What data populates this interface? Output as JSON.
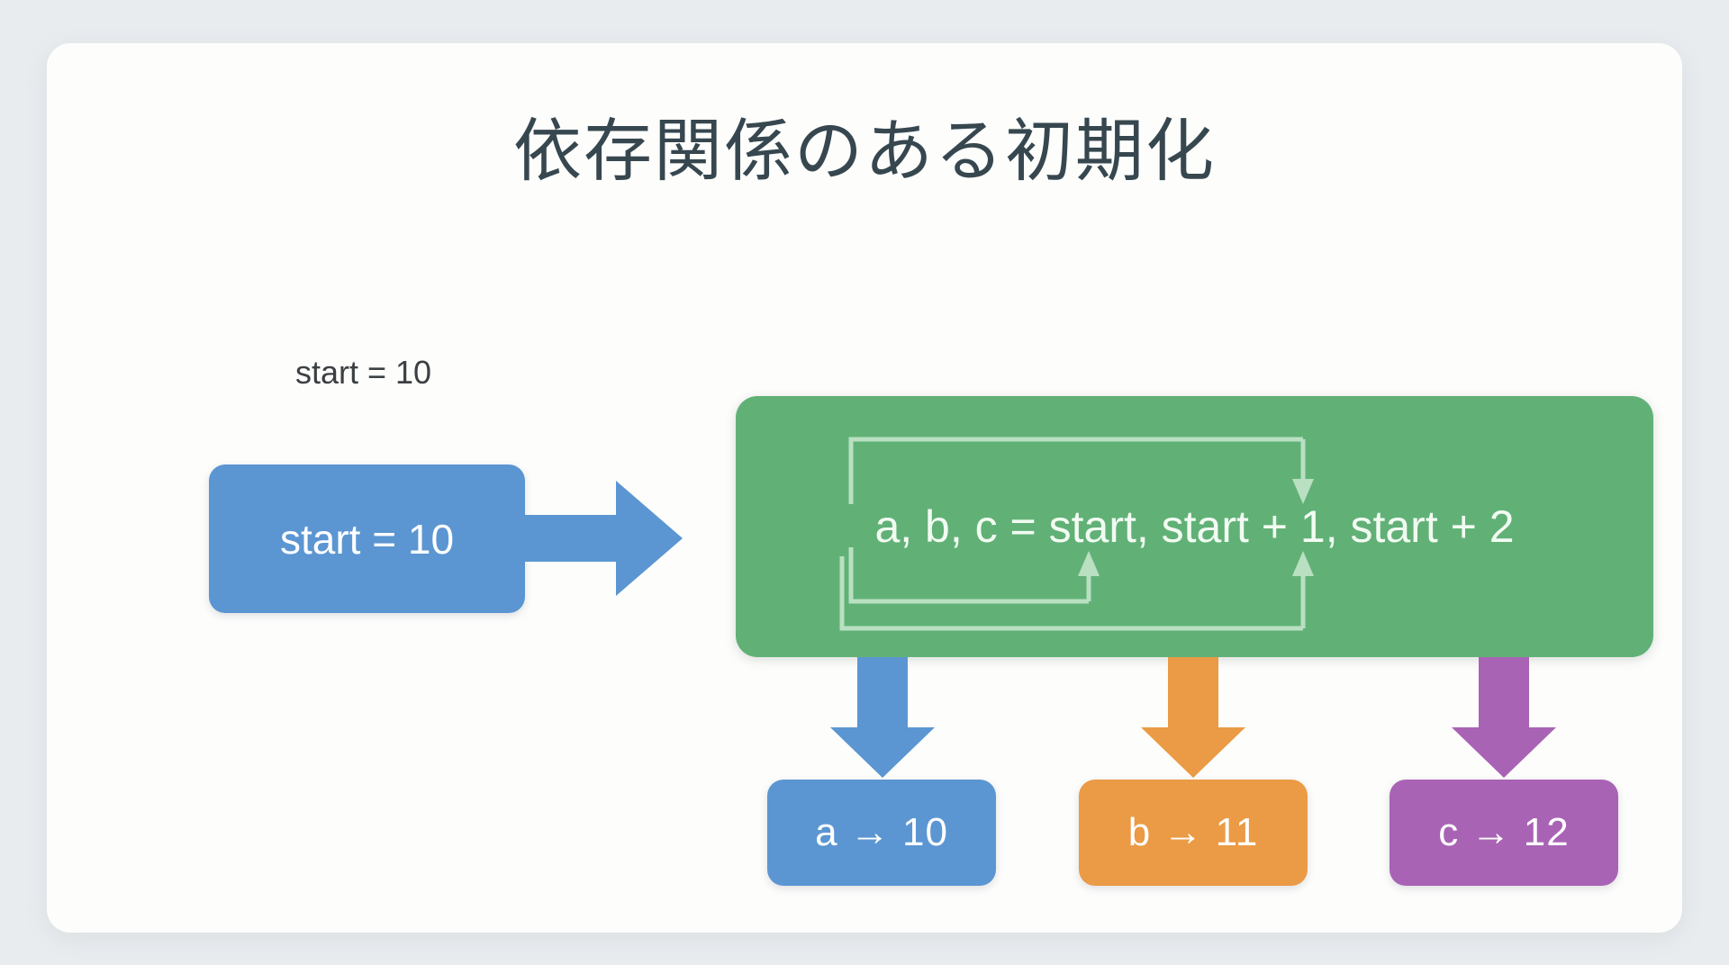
{
  "title": "依存関係のある初期化",
  "input_group": {
    "caption": "start = 10",
    "box_label": "start = 10",
    "box_color": "#5b96d2"
  },
  "assignment_group": {
    "expression": "a, b, c = start, start + 1, start + 2",
    "box_color": "#61b177",
    "wire_color": "#b9e0c1"
  },
  "panel_color": "#e9ecef",
  "results": [
    {
      "label": "a → 10",
      "color": "#5b96d2",
      "arrow_color": "#5b96d2"
    },
    {
      "label": "b → 11",
      "color": "#eb9a45",
      "arrow_color": "#eb9a45"
    },
    {
      "label": "c → 12",
      "color": "#a963b5",
      "arrow_color": "#a963b5"
    }
  ],
  "flow_arrow": {
    "direction": "right",
    "color": "#5b96d2"
  }
}
